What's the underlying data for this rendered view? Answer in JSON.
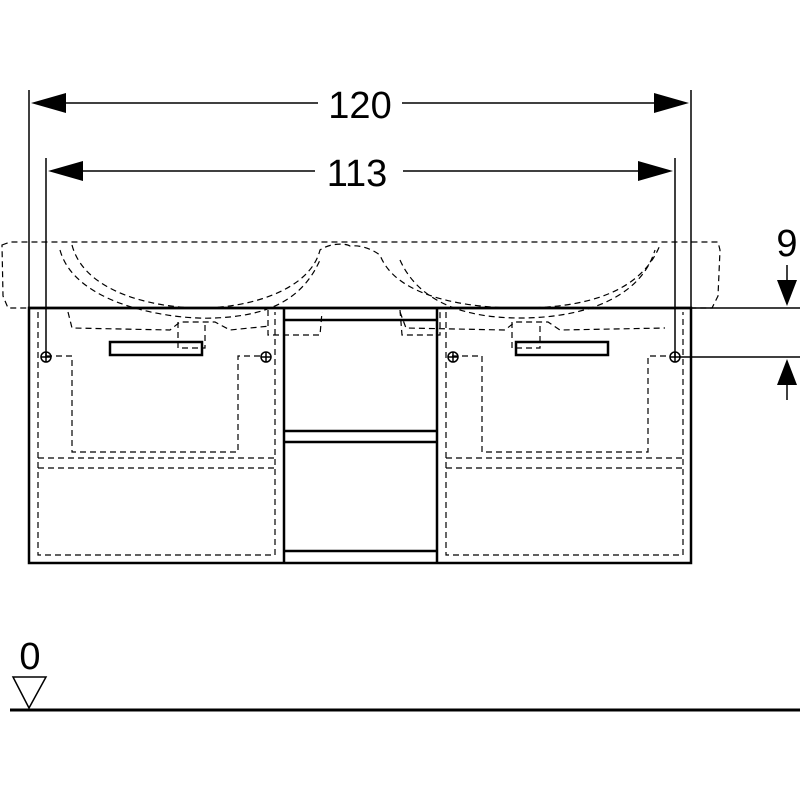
{
  "dimensions": {
    "overall_width": "120",
    "mounting_width": "113",
    "height_offset": "9",
    "floor_level": "0"
  }
}
